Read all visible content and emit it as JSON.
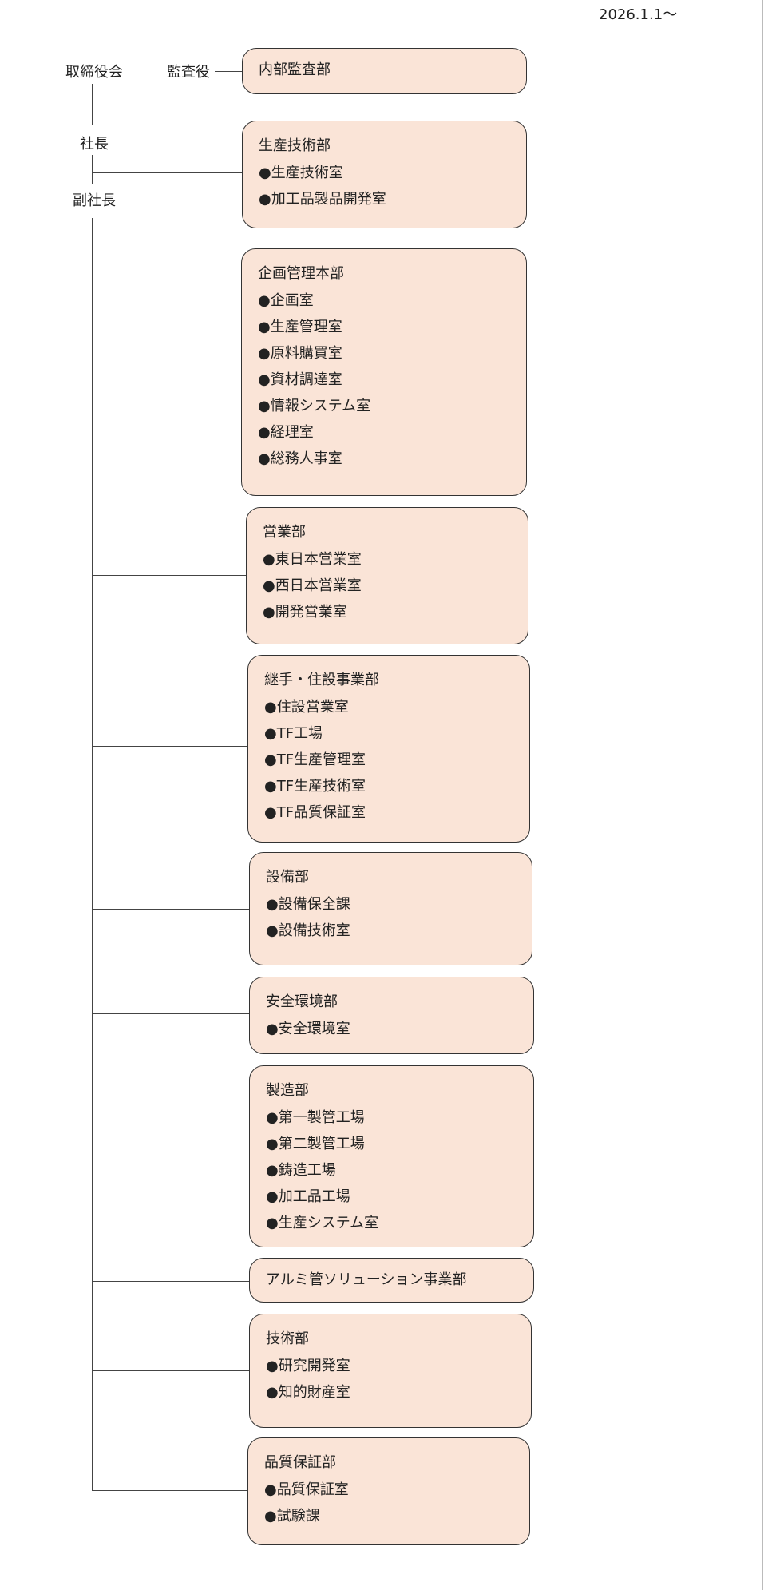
{
  "date": "2026.1.1～",
  "board": "取締役会",
  "auditor": "監査役",
  "president": "社長",
  "vice_president": "副社長",
  "departments": [
    {
      "title": "内部監査部",
      "items": []
    },
    {
      "title": "生産技術部",
      "items": [
        "●生産技術室",
        "●加工品製品開発室"
      ]
    },
    {
      "title": "企画管理本部",
      "items": [
        "●企画室",
        "●生産管理室",
        "●原料購買室",
        "●資材調達室",
        "●情報システム室",
        "●経理室",
        "●総務人事室"
      ]
    },
    {
      "title": "営業部",
      "items": [
        "●東日本営業室",
        "●西日本営業室",
        "●開発営業室"
      ]
    },
    {
      "title": "継手・住設事業部",
      "items": [
        "●住設営業室",
        "●TF工場",
        "●TF生産管理室",
        "●TF生産技術室",
        "●TF品質保証室"
      ]
    },
    {
      "title": "設備部",
      "items": [
        "●設備保全課",
        "●設備技術室"
      ]
    },
    {
      "title": "安全環境部",
      "items": [
        "●安全環境室"
      ]
    },
    {
      "title": "製造部",
      "items": [
        "●第一製管工場",
        "●第二製管工場",
        "●鋳造工場",
        "●加工品工場",
        "●生産システム室"
      ]
    },
    {
      "title": "アルミ管ソリューション事業部",
      "items": []
    },
    {
      "title": "技術部",
      "items": [
        "●研究開発室",
        "●知的財産室"
      ]
    },
    {
      "title": "品質保証部",
      "items": [
        "●品質保証室",
        "●試験課"
      ]
    }
  ]
}
